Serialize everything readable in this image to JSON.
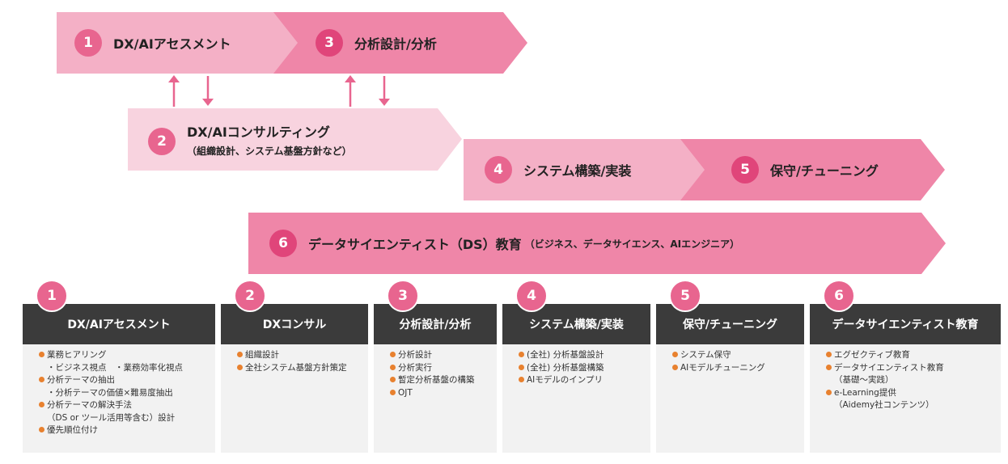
{
  "phases": [
    {
      "id": "p1",
      "number": "1",
      "title": "DX/AIアセスメント",
      "color": "#f4b0c6",
      "numColor": "#e8658f"
    },
    {
      "id": "p3",
      "number": "3",
      "title": "分析設計/分析",
      "color": "#ef86a8",
      "numColor": "#e0457a"
    },
    {
      "id": "p2",
      "number": "2",
      "title": "DX/AIコンサルティング",
      "subtitle": "（組織設計、システム基盤方針など）",
      "color": "#f8d3df",
      "numColor": "#e8658f"
    },
    {
      "id": "p4",
      "number": "4",
      "title": "システム構築/実装",
      "color": "#f4b0c6",
      "numColor": "#e8658f"
    },
    {
      "id": "p5",
      "number": "5",
      "title": "保守/チューニング",
      "color": "#ef86a8",
      "numColor": "#e0457a"
    },
    {
      "id": "p6",
      "number": "6",
      "title": "データサイエンティスト（DS）教育",
      "subtitle": "（ビジネス、データサイエンス、AIエンジニア）",
      "color": "#ef86a8",
      "numColor": "#e0457a"
    }
  ],
  "cards": [
    {
      "number": "1",
      "title": "DX/AIアセスメント",
      "items": [
        {
          "text": "業務ヒアリング",
          "type": "bullet"
        },
        {
          "text": "・ビジネス視点　・業務効率化視点",
          "type": "sub"
        },
        {
          "text": "分析テーマの抽出",
          "type": "bullet"
        },
        {
          "text": "・分析テーマの価値×難易度抽出",
          "type": "sub"
        },
        {
          "text": "分析テーマの解決手法",
          "type": "bullet"
        },
        {
          "text": "（DS or ツール活用等含む）設計",
          "type": "sub"
        },
        {
          "text": "優先順位付け",
          "type": "bullet"
        }
      ]
    },
    {
      "number": "2",
      "title": "DXコンサル",
      "items": [
        {
          "text": "組織設計",
          "type": "bullet"
        },
        {
          "text": "全社システム基盤方針策定",
          "type": "bullet"
        }
      ]
    },
    {
      "number": "3",
      "title": "分析設計/分析",
      "items": [
        {
          "text": "分析設計",
          "type": "bullet"
        },
        {
          "text": "分析実行",
          "type": "bullet"
        },
        {
          "text": "暫定分析基盤の構築",
          "type": "bullet"
        },
        {
          "text": "OJT",
          "type": "bullet"
        }
      ]
    },
    {
      "number": "4",
      "title": "システム構築/実装",
      "items": [
        {
          "text": "(全社) 分析基盤設計",
          "type": "bullet"
        },
        {
          "text": "(全社) 分析基盤構築",
          "type": "bullet"
        },
        {
          "text": "AIモデルのインプリ",
          "type": "bullet"
        }
      ]
    },
    {
      "number": "5",
      "title": "保守/チューニング",
      "items": [
        {
          "text": "システム保守",
          "type": "bullet"
        },
        {
          "text": "AIモデルチューニング",
          "type": "bullet"
        }
      ]
    },
    {
      "number": "6",
      "title": "データサイエンティスト教育",
      "items": [
        {
          "text": "エグゼクティブ教育",
          "type": "bullet"
        },
        {
          "text": "データサイエンティスト教育",
          "type": "bullet"
        },
        {
          "text": "（基礎～実践）",
          "type": "sub"
        },
        {
          "text": "e-Learning提供",
          "type": "bullet"
        },
        {
          "text": "（Aidemy社コンテンツ）",
          "type": "sub"
        }
      ]
    }
  ],
  "colors": {
    "pink_accent": "#e8658f",
    "bullet_orange": "#e8812f",
    "header_dark": "#3b3b3b",
    "body_gray": "#f2f2f2"
  }
}
